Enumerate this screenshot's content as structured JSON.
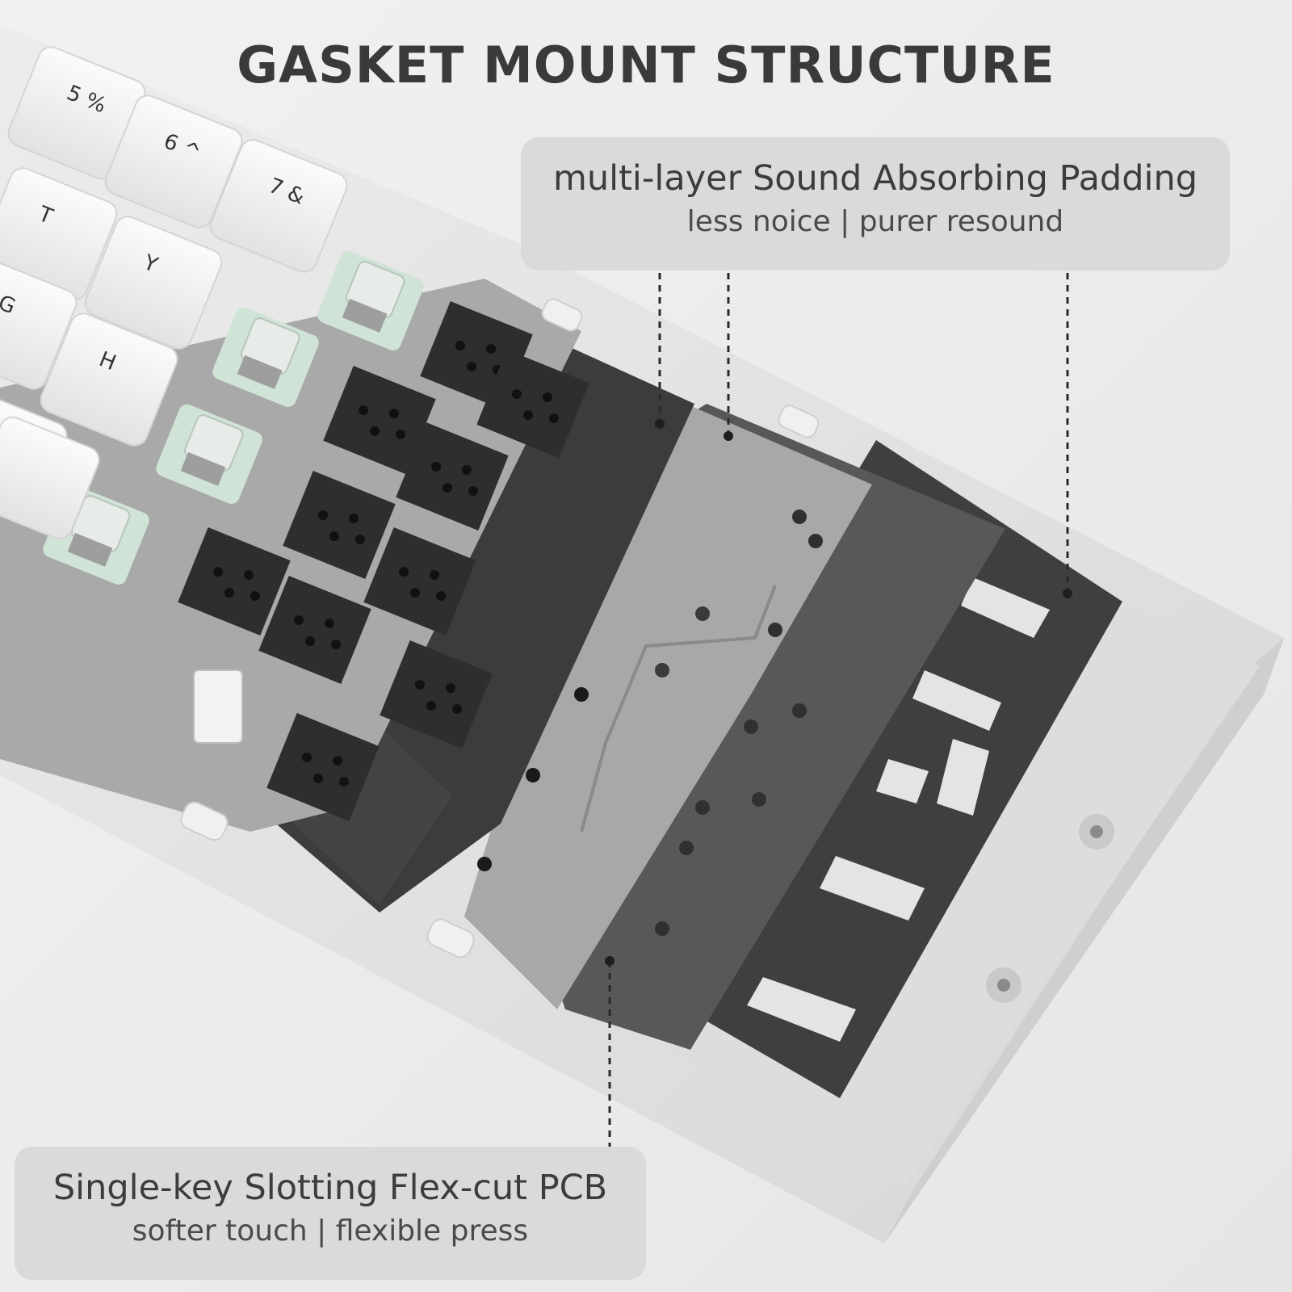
{
  "title": "GASKET MOUNT STRUCTURE",
  "callouts": {
    "padding": {
      "heading": "multi-layer Sound Absorbing Padding",
      "subtitle": "less noice | purer resound"
    },
    "pcb": {
      "heading": "Single-key Slotting Flex-cut PCB",
      "subtitle": "softer touch | flexible press"
    }
  },
  "keycaps": [
    "5 %",
    "6 ^",
    "7 &",
    "T",
    "Y",
    "G",
    "H"
  ],
  "colors": {
    "background": "#eeeeee",
    "case": "#e4e4e4",
    "plate": "#a9a9a9",
    "foam": "#3f3f3f",
    "switch_housing": "#cfe3d6",
    "text": "#3a3a3a"
  }
}
